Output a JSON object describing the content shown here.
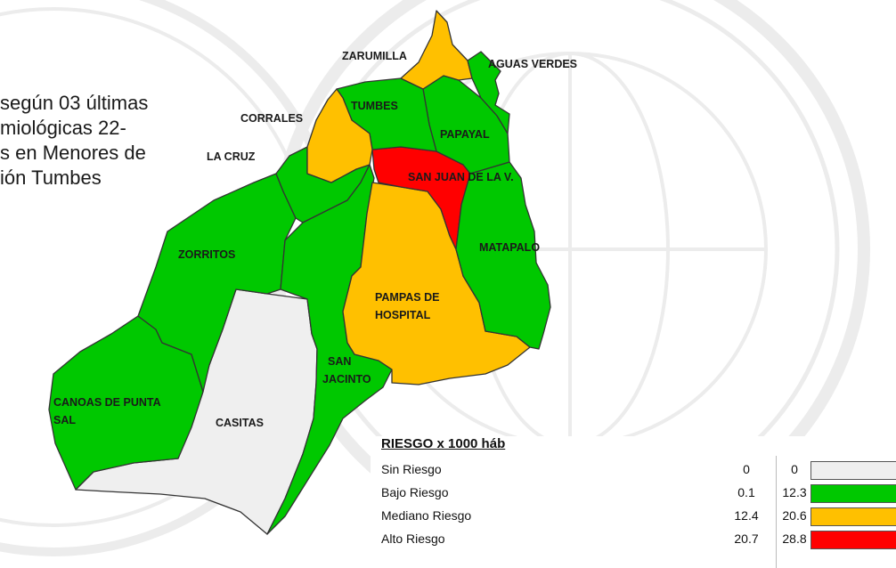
{
  "title_lines": [
    "según 03 últimas",
    "miológicas 22-",
    "s en Menores de",
    "ión Tumbes"
  ],
  "colors": {
    "sin_riesgo": "#efefef",
    "bajo_riesgo": "#00c800",
    "mediano_riesgo": "#ffc000",
    "alto_riesgo": "#ff0000",
    "border": "#333333"
  },
  "districts": [
    {
      "name": "ZARUMILLA",
      "risk": "mediano"
    },
    {
      "name": "AGUAS VERDES",
      "risk": "bajo"
    },
    {
      "name": "TUMBES",
      "risk": "bajo"
    },
    {
      "name": "CORRALES",
      "risk": "mediano"
    },
    {
      "name": "PAPAYAL",
      "risk": "bajo"
    },
    {
      "name": "LA CRUZ",
      "risk": "bajo"
    },
    {
      "name": "SAN JUAN DE LA V.",
      "risk": "alto"
    },
    {
      "name": "ZORRITOS",
      "risk": "bajo"
    },
    {
      "name": "MATAPALO",
      "risk": "bajo"
    },
    {
      "name": "PAMPAS DE HOSPITAL",
      "risk": "mediano"
    },
    {
      "name": "SAN JACINTO",
      "risk": "bajo"
    },
    {
      "name": "CANOAS DE PUNTA SAL",
      "risk": "bajo"
    },
    {
      "name": "CASITAS",
      "risk": "sin"
    }
  ],
  "labels": {
    "zarumilla": "ZARUMILLA",
    "aguas_verdes": "AGUAS VERDES",
    "tumbes": "TUMBES",
    "corrales": "CORRALES",
    "papayal": "PAPAYAL",
    "la_cruz": "LA CRUZ",
    "san_juan": "SAN JUAN DE LA V.",
    "zorritos": "ZORRITOS",
    "matapalo": "MATAPALO",
    "pampas_1": "PAMPAS DE",
    "pampas_2": "HOSPITAL",
    "san_jacinto_1": "SAN",
    "san_jacinto_2": "JACINTO",
    "canoas_1": "CANOAS DE PUNTA",
    "canoas_2": "SAL",
    "casitas": "CASITAS"
  },
  "legend": {
    "title": "RIESGO x 1000 háb",
    "rows": [
      {
        "name": "Sin Riesgo",
        "lo": "0",
        "hi": "0",
        "color": "#efefef"
      },
      {
        "name": "Bajo Riesgo",
        "lo": "0.1",
        "hi": "12.3",
        "color": "#00c800"
      },
      {
        "name": "Mediano Riesgo",
        "lo": "12.4",
        "hi": "20.6",
        "color": "#ffc000"
      },
      {
        "name": "Alto Riesgo",
        "lo": "20.7",
        "hi": "28.8",
        "color": "#ff0000"
      }
    ]
  }
}
